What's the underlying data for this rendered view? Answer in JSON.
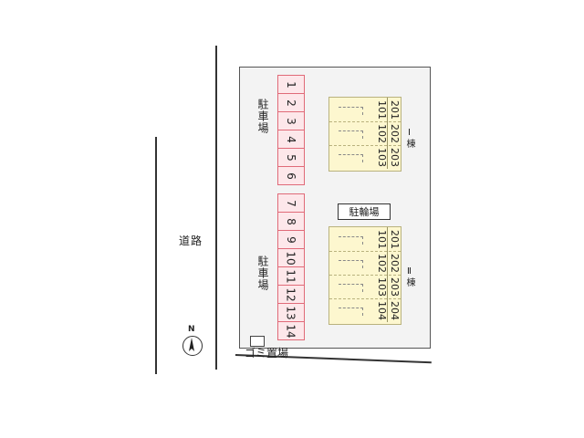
{
  "labels": {
    "road": "道路",
    "parking_a": "駐車場",
    "parking_b": "駐車場",
    "bike_parking": "駐輪場",
    "garbage": "ゴミ置場",
    "building_1": "Ⅰ棟",
    "building_2": "Ⅱ棟",
    "north": "N"
  },
  "parking_a": [
    "1",
    "2",
    "3",
    "4",
    "5",
    "6"
  ],
  "parking_b": [
    "7",
    "8",
    "9",
    "10",
    "11",
    "12",
    "13",
    "14"
  ],
  "building_1": {
    "rows": [
      {
        "upper": "201",
        "lower": "101"
      },
      {
        "upper": "202",
        "lower": "102"
      },
      {
        "upper": "203",
        "lower": "103"
      }
    ]
  },
  "building_2": {
    "rows": [
      {
        "upper": "201",
        "lower": "101"
      },
      {
        "upper": "202",
        "lower": "102"
      },
      {
        "upper": "203",
        "lower": "103"
      },
      {
        "upper": "204",
        "lower": "104"
      }
    ]
  },
  "colors": {
    "parking_fill": "#fde7ea",
    "parking_border": "#e06a78",
    "building_fill": "#fdf7cf",
    "site_fill": "#f3f3f3"
  }
}
